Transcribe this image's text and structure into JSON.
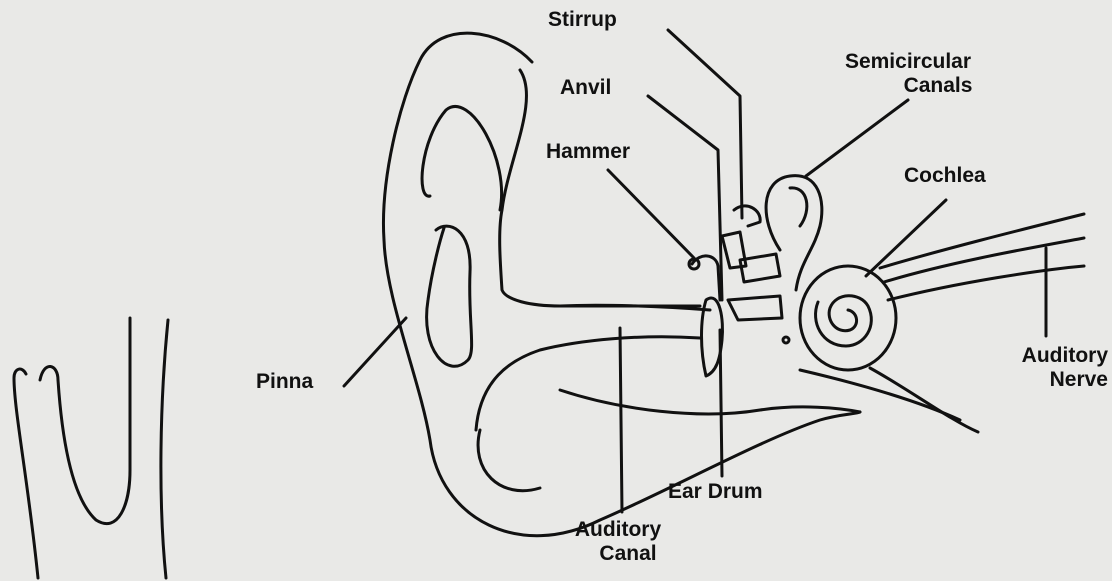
{
  "colors": {
    "background": "#e9e9e7",
    "ink": "#111111"
  },
  "labels": {
    "stirrup": "Stirrup",
    "anvil": "Anvil",
    "hammer": "Hammer",
    "semicircular_1": "Semicircular",
    "semicircular_2": "Canals",
    "cochlea": "Cochlea",
    "pinna": "Pinna",
    "nerve_1": "Auditory",
    "nerve_2": "Nerve",
    "ear_drum": "Ear Drum",
    "canal_1": "Auditory",
    "canal_2": "Canal"
  }
}
